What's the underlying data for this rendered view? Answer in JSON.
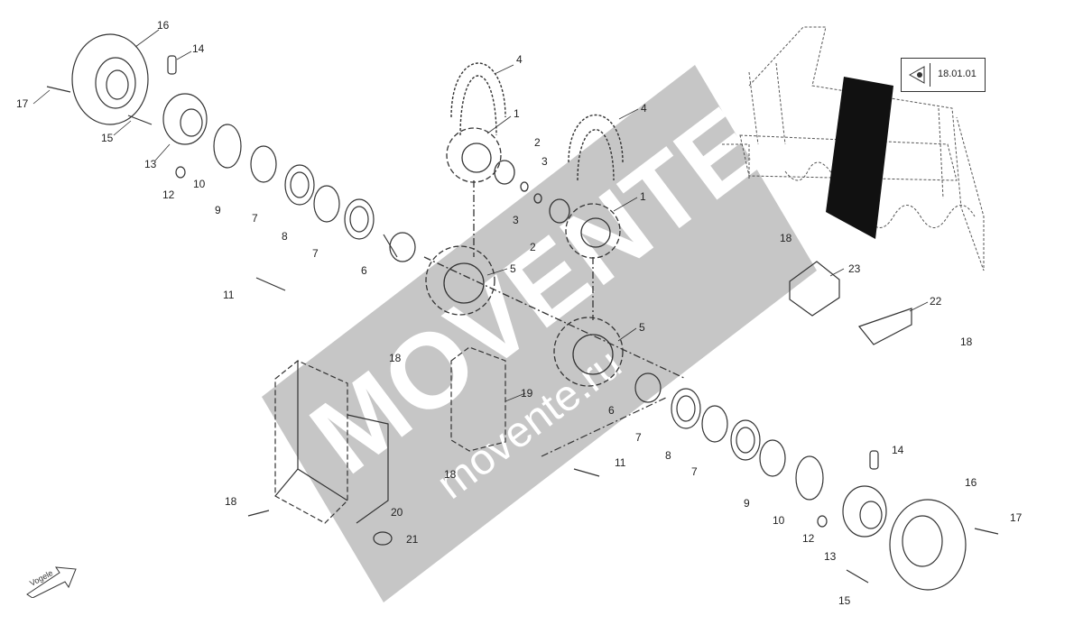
{
  "reference": {
    "code": "18.01.01",
    "icon": "eye-icon"
  },
  "watermark": {
    "text": "MOVENTE",
    "url": "movente.ru"
  },
  "brand": {
    "text": "Vogele",
    "icon": "arrow-icon"
  },
  "callouts": {
    "c16a": "16",
    "c14a": "14",
    "c17a": "17",
    "c15a": "15",
    "c13a": "13",
    "c12a": "12",
    "c10a": "10",
    "c9a": "9",
    "c7a": "7",
    "c8a": "8",
    "c7b": "7",
    "c6a": "6",
    "c11a": "11",
    "c4a": "4",
    "c1a": "1",
    "c2a": "2",
    "c3a": "3",
    "c5a": "5",
    "c4b": "4",
    "c1b": "1",
    "c3b": "3",
    "c2b": "2",
    "c5b": "5",
    "c18a": "18",
    "c23": "23",
    "c22": "22",
    "c18b": "18",
    "c18c": "18",
    "c19": "19",
    "c18d": "18",
    "c20": "20",
    "c18e": "18",
    "c21": "21",
    "c6b": "6",
    "c7c": "7",
    "c11b": "11",
    "c8b": "8",
    "c7d": "7",
    "c9b": "9",
    "c10b": "10",
    "c14b": "14",
    "c16b": "16",
    "c17b": "17",
    "c12b": "12",
    "c13b": "13",
    "c15b": "15"
  },
  "colors": {
    "line": "#333333",
    "watermark": "#b9b9b9",
    "fill_dark": "#111111"
  }
}
